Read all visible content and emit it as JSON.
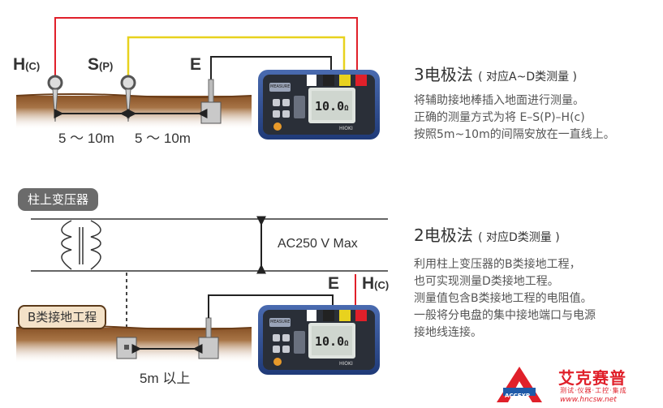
{
  "top": {
    "electrodes": {
      "h": {
        "main": "H",
        "sub": "(C)"
      },
      "s": {
        "main": "S",
        "sub": "(P)"
      },
      "e": {
        "main": "E"
      }
    },
    "distance1": "5 ～ 10m",
    "distance2": "5 ～ 10m",
    "method_title": "3电极法",
    "method_note": "( 对应A~D类测量 )",
    "desc_lines": [
      "将辅助接地棒插入地面进行测量。",
      "正确的测量方式为将 E–S(P)–H(c)",
      "按照5m~10m的间隔安放在一直线上。"
    ]
  },
  "bottom": {
    "transformer_tag": "柱上变压器",
    "voltage_label": "AC250 V Max",
    "ground_tag": "B类接地工程",
    "distance": "5m 以上",
    "electrodes": {
      "e": {
        "main": "E"
      },
      "h": {
        "main": "H",
        "sub": "(C)"
      }
    },
    "method_title": "2电极法",
    "method_note": "( 对应D类测量 )",
    "desc_lines": [
      "利用柱上变压器的B类接地工程，",
      "也可实现测量D类接地工程。",
      "测量值包含B类接地工程的电阻值。",
      "一般将分电盘的集中接地端口与电源",
      "接地线连接。"
    ]
  },
  "device": {
    "display_value": "10.0",
    "display_unit": "Ω",
    "brand": "HIOKI",
    "measure_button": "MEASURE"
  },
  "watermark": {
    "name": "艾克赛普",
    "tagline": "测试·仪器·工控·集成",
    "url": "www.hncsw.net",
    "mark": "ACCEXP"
  },
  "colors": {
    "wire_red": "#e0202a",
    "wire_yellow": "#e8d21e",
    "wire_black": "#222222",
    "soil": "#7a4a22",
    "device_blue": "#2c4a8a"
  }
}
